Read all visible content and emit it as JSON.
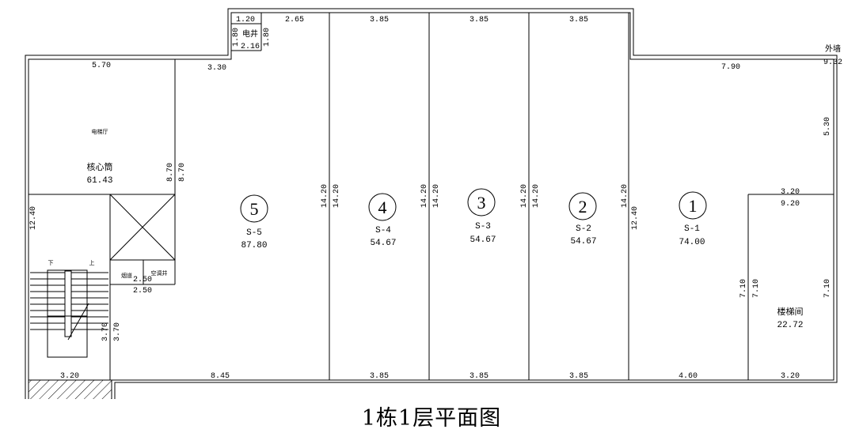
{
  "title": "1栋1层平面图",
  "units": [
    {
      "no": "5",
      "code": "S-5",
      "area": "87.80"
    },
    {
      "no": "4",
      "code": "S-4",
      "area": "54.67"
    },
    {
      "no": "3",
      "code": "S-3",
      "area": "54.67"
    },
    {
      "no": "2",
      "code": "S-2",
      "area": "54.67"
    },
    {
      "no": "1",
      "code": "S-1",
      "area": "74.00"
    }
  ],
  "rooms": {
    "core": {
      "name": "核心筒",
      "area": "61.43",
      "label_small": "电梯厅"
    },
    "stair": {
      "name": "楼梯间",
      "area": "22.72"
    },
    "shaft": {
      "name": "电井",
      "area": "2.16"
    },
    "outer_wall": "外墙",
    "smoke_shaft": "烟道",
    "pipe_shaft": "空调井",
    "stair_down": "下",
    "stair_up": "上"
  },
  "dims": {
    "d_570": "5.70",
    "d_330": "3.30",
    "d_265": "2.65",
    "d_120": "1.20",
    "d_180a": "1.80",
    "d_180b": "1.80",
    "d_385a": "3.85",
    "d_385b": "3.85",
    "d_385c": "3.85",
    "d_790": "7.90",
    "d_932": "9.32",
    "d_530": "5.30",
    "d_870a": "8.70",
    "d_870b": "8.70",
    "d_1240a": "12.40",
    "d_1240b": "12.40",
    "d_1420a": "14.20",
    "d_1420b": "14.20",
    "d_1420c": "14.20",
    "d_1420d": "14.20",
    "d_1420e": "14.20",
    "d_1420f": "14.20",
    "d_1420g": "14.20",
    "d_250a": "2.50",
    "d_250b": "2.50",
    "d_370a": "3.70",
    "d_370b": "3.70",
    "d_320a": "3.20",
    "d_920": "9.20",
    "d_710a": "7.10",
    "d_710b": "7.10",
    "d_710c": "7.10",
    "d_320b": "3.20",
    "d_845": "8.45",
    "d_385d": "3.85",
    "d_385e": "3.85",
    "d_385f": "3.85",
    "d_460": "4.60",
    "d_320c": "3.20"
  }
}
